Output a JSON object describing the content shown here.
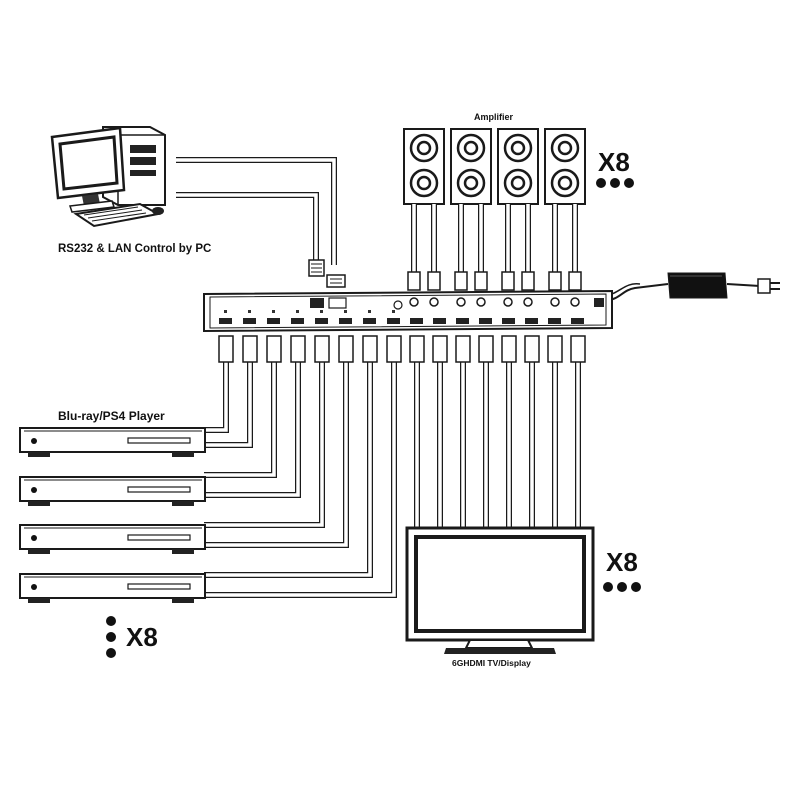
{
  "labels": {
    "pc_caption": "RS232 & LAN Control by PC",
    "amplifier": "Amplifier",
    "player": "Blu-ray/PS4 Player",
    "display": "6GHDMI TV/Display",
    "multiplier_amp": "X8",
    "multiplier_display": "X8",
    "multiplier_player": "X8"
  },
  "icons": {
    "pc": "desktop-computer-icon",
    "speaker": "speaker-icon",
    "player": "media-player-icon",
    "display": "monitor-icon",
    "power": "power-adapter-icon"
  },
  "colors": {
    "line": "#1a1a1a",
    "fill": "#ffffff",
    "dark": "#111111",
    "device_body": "#f4f4f4"
  }
}
